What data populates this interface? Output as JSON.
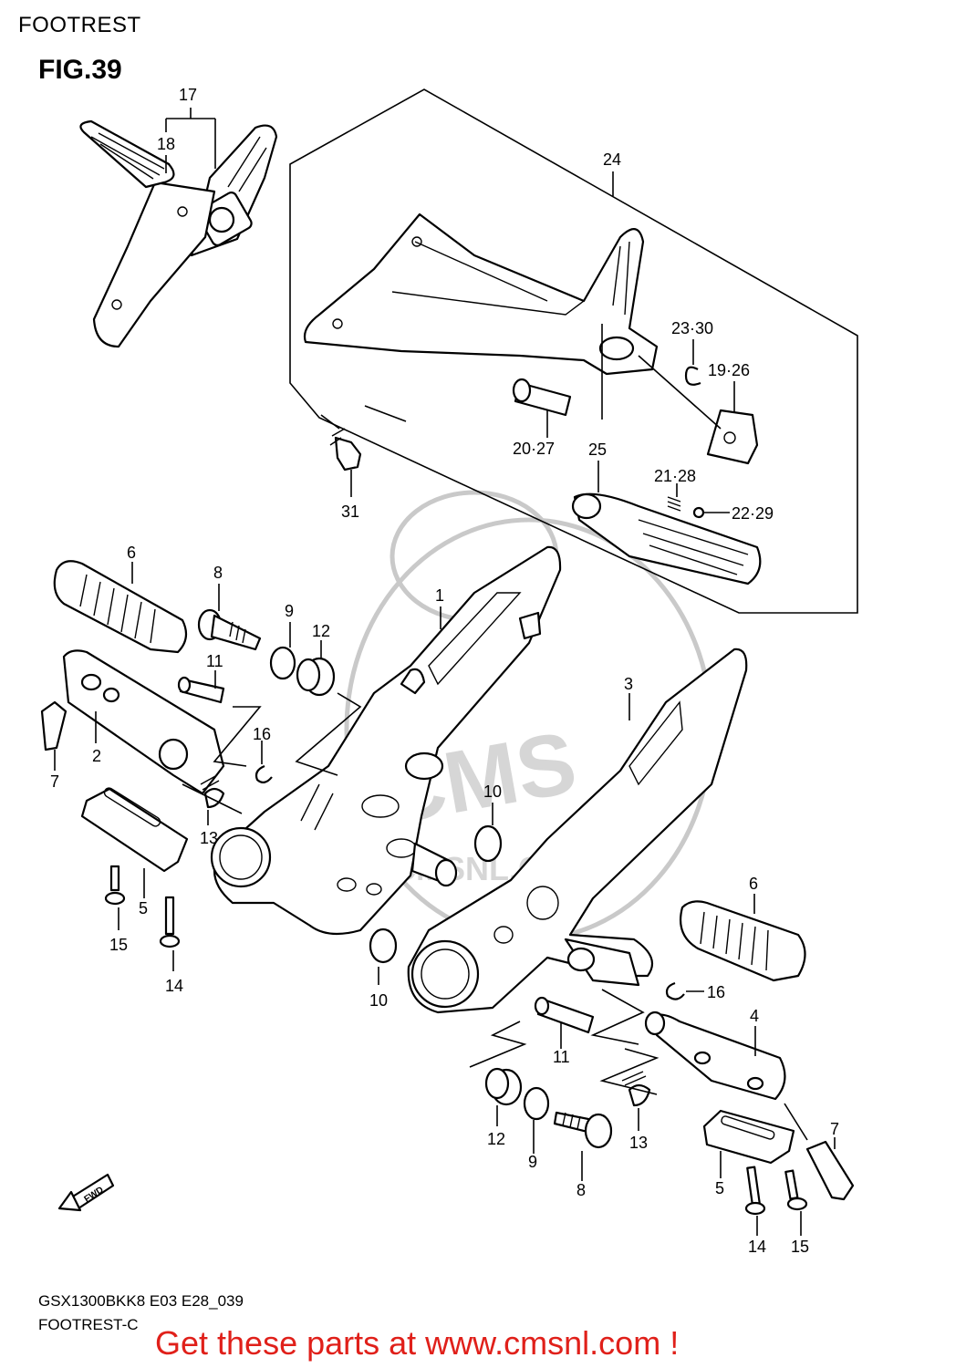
{
  "header": {
    "section_title": "FOOTREST",
    "figure_title": "FIG.39"
  },
  "labels": {
    "l17": "17",
    "l18": "18",
    "l24": "24",
    "l23_30": "23·30",
    "l19_26": "19·26",
    "l20_27": "20·27",
    "l25": "25",
    "l21_28": "21·28",
    "l22_29": "22·29",
    "l31": "31",
    "l6a": "6",
    "l8a": "8",
    "l9a": "9",
    "l12a": "12",
    "l1": "1",
    "l11a": "11",
    "l16a": "16",
    "l2": "2",
    "l7a": "7",
    "l13a": "13",
    "l3": "3",
    "l10a": "10",
    "l5a": "5",
    "l15a": "15",
    "l14a": "14",
    "l6b": "6",
    "l10b": "10",
    "l16b": "16",
    "l4": "4",
    "l11b": "11",
    "l13b": "13",
    "l12b": "12",
    "l9b": "9",
    "l8b": "8",
    "l7b": "7",
    "l5b": "5",
    "l14b": "14",
    "l15b": "15"
  },
  "fwd_badge": "FWD",
  "watermark": "CMS",
  "watermark_url": "CMSNL.COM",
  "footer": {
    "model_code": "GSX1300BKK8 E03 E28_039",
    "sub_title": "FOOTREST-C",
    "promo": "Get these parts at www.cmsnl.com !",
    "promo_color": "#e0201a"
  }
}
